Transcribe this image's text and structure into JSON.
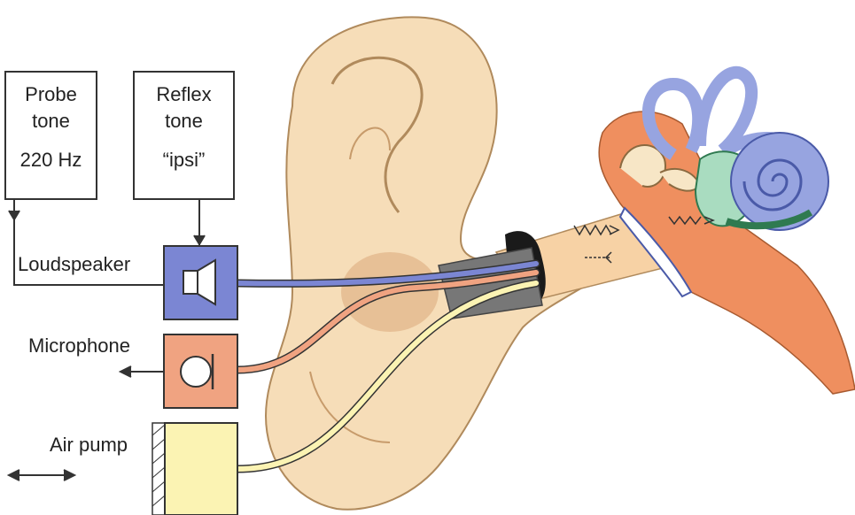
{
  "diagram": {
    "probe_box": {
      "line1": "Probe",
      "line2": "tone",
      "line3": "220 Hz"
    },
    "reflex_box": {
      "line1": "Reflex",
      "line2": "tone",
      "line3": "“ipsi”"
    },
    "labels": {
      "loudspeaker": "Loudspeaker",
      "microphone": "Microphone",
      "air_pump": "Air pump"
    },
    "colors": {
      "loudspeaker": "#7b86d3",
      "microphone": "#f0a381",
      "air_pump": "#fbf3b3",
      "auricle": "#f6ddb8",
      "middle_ear": "#ef8f5f",
      "semicircular_canals": "#97a4e0",
      "vestibule": "#a9dcc0"
    }
  }
}
